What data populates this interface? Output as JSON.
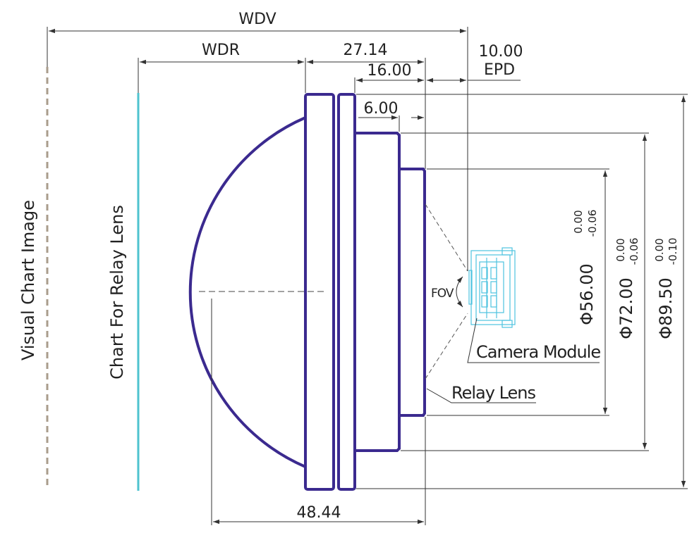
{
  "labels": {
    "visual_chart_image": "Visual Chart Image",
    "chart_for_relay_lens": "Chart For Relay Lens",
    "camera_module": "Camera Module",
    "relay_lens": "Relay Lens",
    "fov": "FOV",
    "wdv": "WDV",
    "wdr": "WDR",
    "epd": "EPD"
  },
  "dimensions": {
    "d_27_14": "27.14",
    "d_16_00": "16.00",
    "d_10_00": "10.00",
    "d_6_00": "6.00",
    "d_48_44": "48.44",
    "phi56": {
      "value": "Φ56.00",
      "tol_upper": "0.00",
      "tol_lower": "-0.06"
    },
    "phi72": {
      "value": "Φ72.00",
      "tol_upper": "0.00",
      "tol_lower": "-0.06"
    },
    "phi89": {
      "value": "Φ89.50",
      "tol_upper": "0.00",
      "tol_lower": "-0.10"
    }
  },
  "colors": {
    "lens_outline": "#3b2a8f",
    "relay_chart_line": "#4ec3cf",
    "visual_chart_line": "#a99c8c",
    "camera_module": "#4ec3e0",
    "dimension_line": "#333333"
  }
}
